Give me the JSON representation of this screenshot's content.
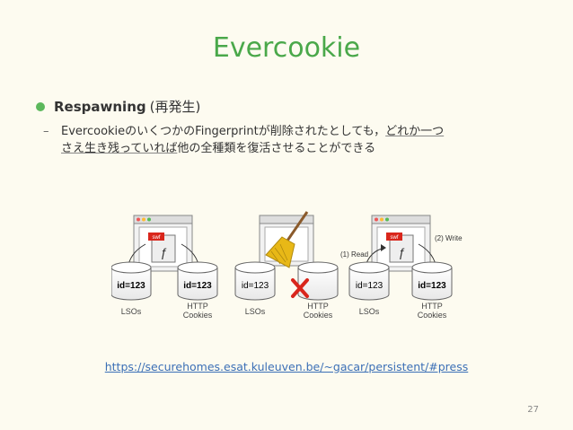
{
  "slide": {
    "title": "Evercookie",
    "bullet_title": "Respawning",
    "bullet_paren": "(再発生)",
    "sub_part1": "Evercookieのいくつかの",
    "sub_part2": "Fingerprint",
    "sub_part3": "が削除されたとしても，",
    "sub_part4": "どれか一つ",
    "sub_line2_part1": "さえ生き残っていれば",
    "sub_line2_part2": "他の全種類を復活させることができる",
    "url": "https://securehomes.esat.kuleuven.be/~gacar/persistent/#press",
    "page_number": "27"
  },
  "figure": {
    "panel1": {
      "left_db": "id=123",
      "right_db": "id=123",
      "left_label": "LSOs",
      "right_label": "HTTP Cookies"
    },
    "panel2": {
      "left_db": "id=123",
      "left_label": "LSOs",
      "right_label": "HTTP Cookies"
    },
    "panel3": {
      "left_db": "id=123",
      "right_db": "id=123",
      "left_label": "LSOs",
      "right_label": "HTTP Cookies",
      "read": "(1) Read",
      "write": "(2) Write"
    },
    "swf": "swf",
    "colors": {
      "accent": "#4aa84a",
      "cross": "#d9261c",
      "broom": "#e8b817"
    }
  }
}
